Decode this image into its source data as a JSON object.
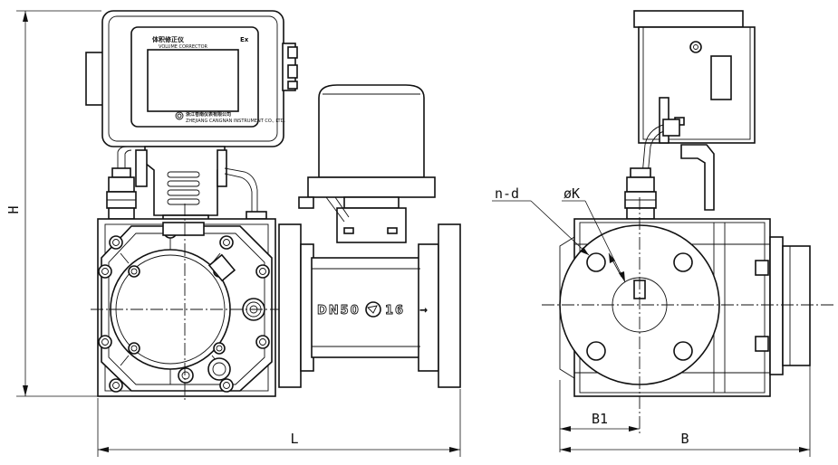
{
  "drawing": {
    "front_view": {
      "display_title": "体积修正仪",
      "display_ex_mark": "Ex",
      "display_subtitle": "VOLUME CORRECTOR",
      "display_maker": "浙江苍南仪表有限公司",
      "display_maker_en": "ZHEJIANG CANGNAN INSTRUMENT CO., LTD.",
      "body_marking_size": "DN50",
      "body_marking_pressure": "16",
      "flow_arrow": "→"
    },
    "dimensions": {
      "height": "H",
      "length": "L",
      "width": "B",
      "offset": "B1",
      "holes": "n-d",
      "bolt_circle": "øK"
    }
  }
}
